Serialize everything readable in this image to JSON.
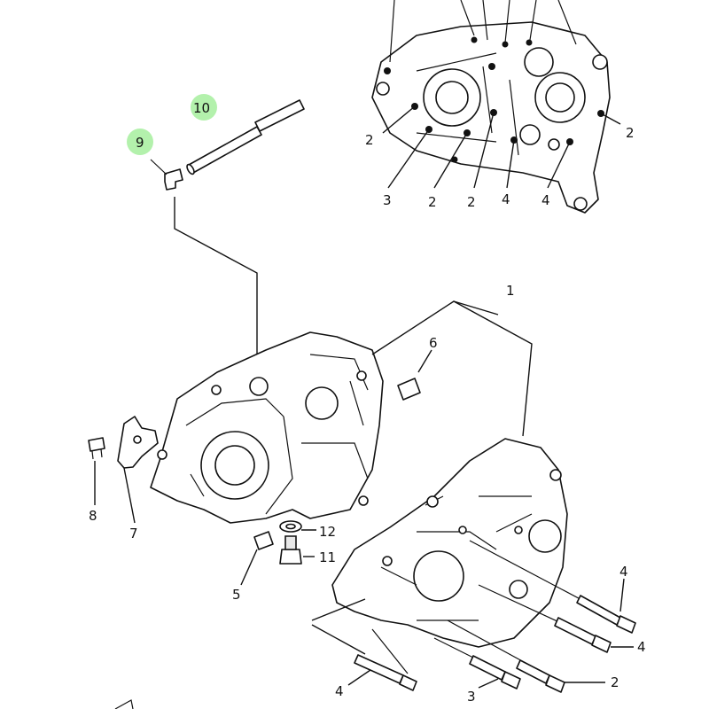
{
  "highlight_color": "#a6ee9e",
  "callouts": {
    "c1": "1",
    "c2": "2",
    "c3": "3",
    "c4": "4",
    "c5": "5",
    "c6": "6",
    "c7": "7",
    "c8": "8",
    "c9": "9",
    "c10": "10",
    "c11": "11",
    "c12": "12"
  }
}
